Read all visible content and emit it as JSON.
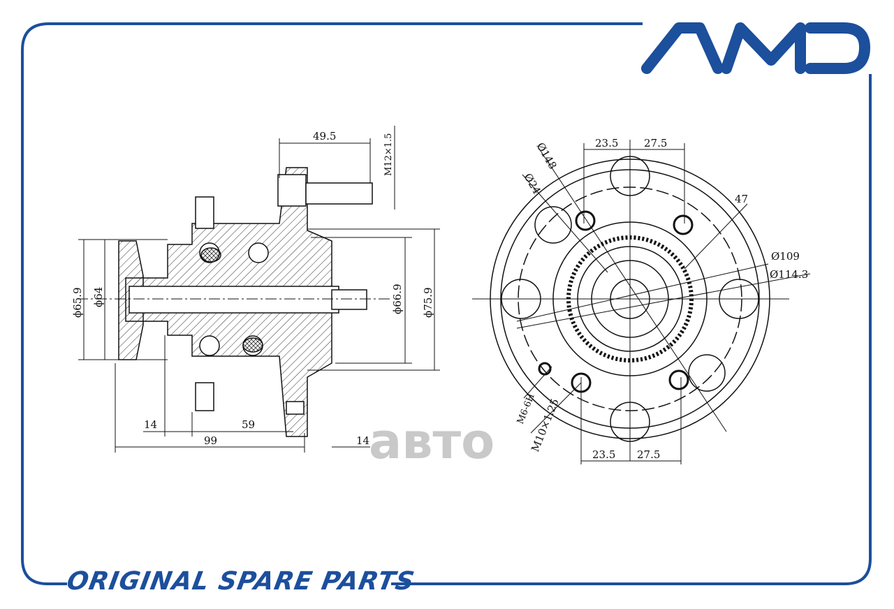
{
  "brand": {
    "logo_text": "AMD",
    "color": "#1c4f9c"
  },
  "footer": {
    "text": "ORIGINAL SPARE PARTS"
  },
  "watermark": {
    "text": "авто"
  },
  "side_view": {
    "d_65_9": "ϕ65.9",
    "d_64": "ϕ64",
    "d_66_9": "ϕ66.9",
    "d_75_9": "ϕ75.9",
    "len_49_5": "49.5",
    "thread_m12": "M12×1.5",
    "len_14_left": "14",
    "len_59": "59",
    "len_99": "99",
    "len_14_right": "14"
  },
  "front_view": {
    "d_148": "Ø148",
    "d_24": "Ø24",
    "top_23_5": "23.5",
    "top_27_5": "27.5",
    "bot_23_5": "23.5",
    "bot_27_5": "27.5",
    "n_47": "47",
    "d_109": "Ø109",
    "d_114_3": "Ø114.3",
    "m6": "M6-6H",
    "m10": "M10×1.25"
  }
}
